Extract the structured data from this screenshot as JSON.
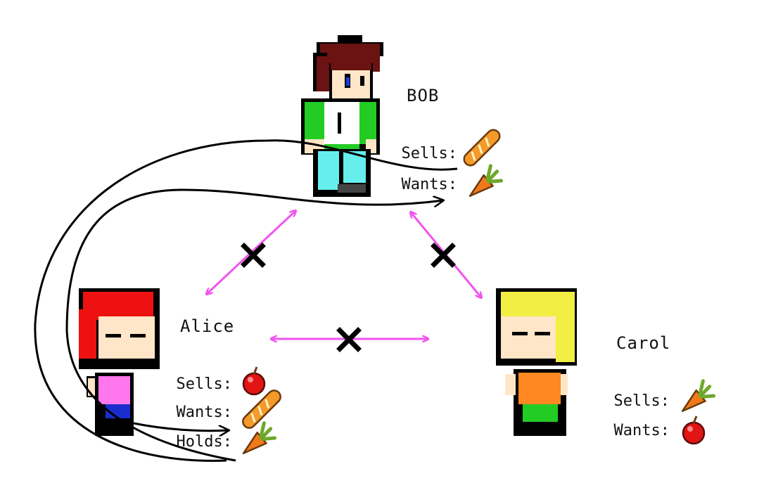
{
  "bob": {
    "name": "BOB",
    "sells_label": "Sells:",
    "wants_label": "Wants:",
    "sells_icon": "baguette-icon",
    "wants_icon": "carrot-icon"
  },
  "alice": {
    "name": "Alice",
    "sells_label": "Sells:",
    "wants_label": "Wants:",
    "holds_label": "Holds:",
    "sells_icon": "apple-icon",
    "wants_icon": "baguette-icon",
    "holds_icon": "carrot-icon"
  },
  "carol": {
    "name": "Carol",
    "sells_label": "Sells:",
    "wants_label": "Wants:",
    "sells_icon": "carrot-icon",
    "wants_icon": "apple-icon"
  },
  "colors": {
    "blocked_arrow": "#ee55ee",
    "flow_arrow": "#000000",
    "blocked_mark": "#000000"
  }
}
